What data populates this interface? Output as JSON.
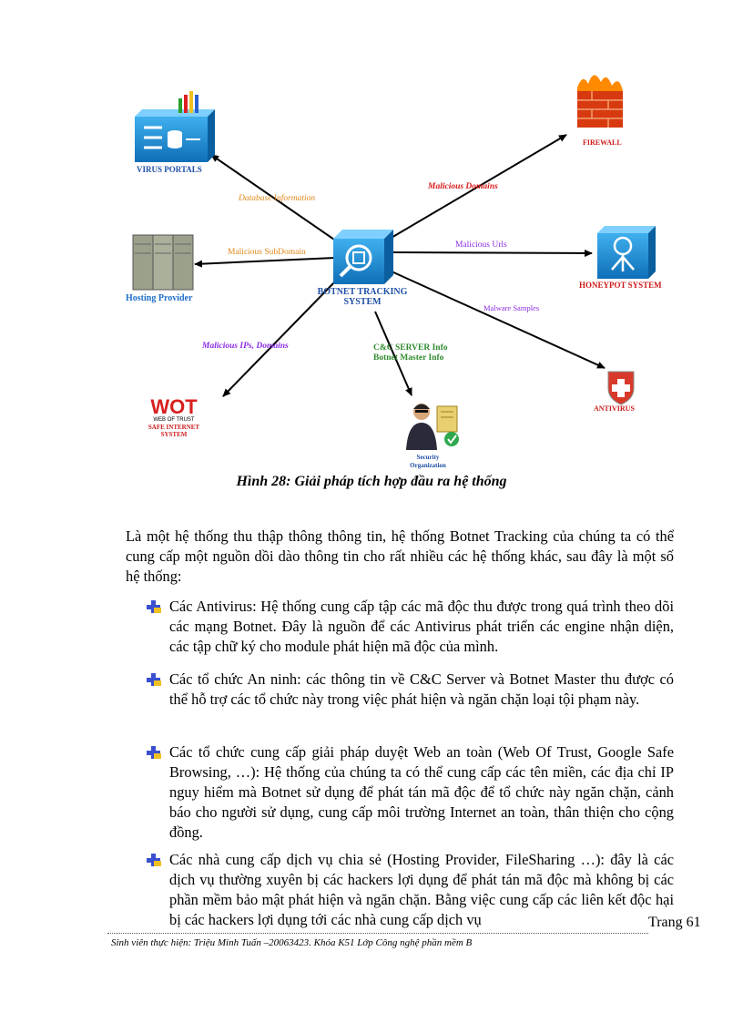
{
  "diagram": {
    "center_label": "BOTNET TRACKING SYSTEM",
    "nodes": {
      "virus_portals": "VIRUS PORTALS",
      "firewall": "FIREWALL",
      "hosting_provider": "Hosting Provider",
      "honeypot": "HONEYPOT SYSTEM",
      "antivirus": "ANTIVIRUS",
      "wot_logo": "WOT",
      "wot_line1": "WEB OF TRUST",
      "wot_line2": "SAFE INTERNET",
      "wot_line3": "SYSTEM",
      "security_org": "Security Organization"
    },
    "edges": {
      "database_information": "Database Information",
      "malicious_domains": "Malicious Domains",
      "malicious_subdomain": "Malicious SubDomain",
      "malicious_urls": "Malicious Urls",
      "malware_samples": "Malware Samples",
      "malicious_ips_domains": "Malicious IPs, Domains",
      "cc_server_info": "C&C SERVER Info",
      "botnet_master_info": "Botnet Master Info"
    },
    "colors": {
      "blue_node": "#1e90d6",
      "orange_edge": "#e0891a",
      "red_edge": "#d81b1b",
      "purple_edge": "#8a2be2",
      "green_edge": "#2e8b2e"
    }
  },
  "caption": "Hình 28: Giải pháp tích hợp đầu ra hệ thống",
  "intro": "Là một hệ thống thu thập thông thông tin, hệ thống Botnet Tracking của chúng ta có thể cung cấp một nguồn dồi dào thông tin cho rất nhiều các hệ thống khác, sau đây là một số hệ thống:",
  "bullets": [
    "Các Antivirus: Hệ thống cung cấp tập các mã độc thu được trong quá trình theo dõi các mạng Botnet. Đây là nguồn để các Antivirus phát triển các engine nhận diện, các tập chữ ký cho module phát hiện mã độc của mình.",
    "Các tổ chức An ninh: các thông tin về C&C Server và Botnet Master thu được có thể hỗ trợ các tổ chức này trong việc phát hiện và ngăn chặn loại tội phạm này.",
    "Các tổ chức cung cấp giải pháp duyệt Web an toàn (Web Of Trust, Google Safe Browsing, …): Hệ thống của chúng ta có thể cung cấp các tên miền, các địa chỉ IP nguy hiểm mà Botnet sử dụng để phát tán mã độc để tổ chức này ngăn chặn, cảnh báo cho người sử dụng, cung cấp môi trường Internet an toàn, thân thiện cho cộng đồng.",
    "Các nhà cung cấp dịch vụ chia sẻ (Hosting Provider, FileSharing …): đây là các dịch vụ thường xuyên bị các hackers lợi dụng để phát tán mã độc mà không bị các phần mềm bảo mật phát hiện và ngăn chặn. Bằng việc cung cấp các liên kết độc hại bị các hackers lợi dụng tới các nhà cung cấp dịch vụ"
  ],
  "page_number": "Trang 61",
  "footer": "Sinh viên thực hiện:  Triệu Minh Tuấn –20063423.  Khóa K51 Lớp Công nghệ phần mềm B"
}
